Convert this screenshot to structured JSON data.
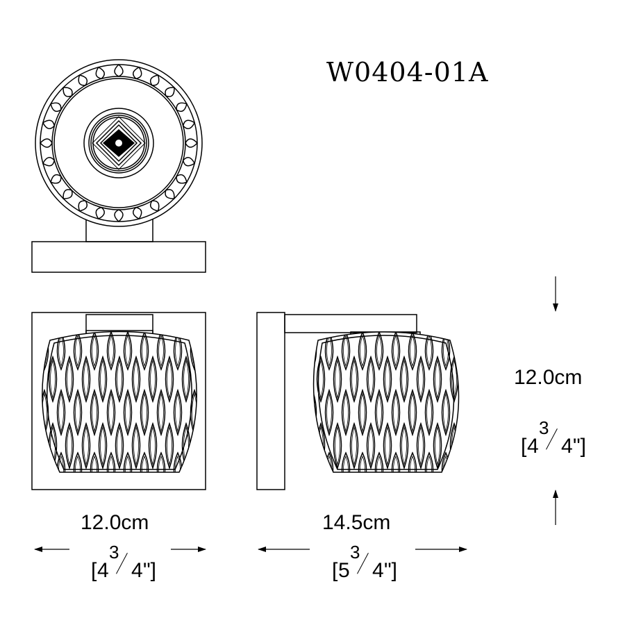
{
  "model": "W0404-01A",
  "dimensions": {
    "width": {
      "metric": "12.0cm",
      "imperial": {
        "open": "[",
        "whole": "4",
        "num": "3",
        "den": "4",
        "close": "\"]"
      }
    },
    "depth": {
      "metric": "14.5cm",
      "imperial": {
        "open": "[",
        "whole": "5",
        "num": "3",
        "den": "4",
        "close": "\"]"
      }
    },
    "height": {
      "metric": "12.0cm",
      "imperial": {
        "open": "[",
        "whole": "4",
        "num": "3",
        "den": "4",
        "close": "\"]"
      }
    }
  },
  "colors": {
    "line": "#000000",
    "background": "#ffffff"
  }
}
